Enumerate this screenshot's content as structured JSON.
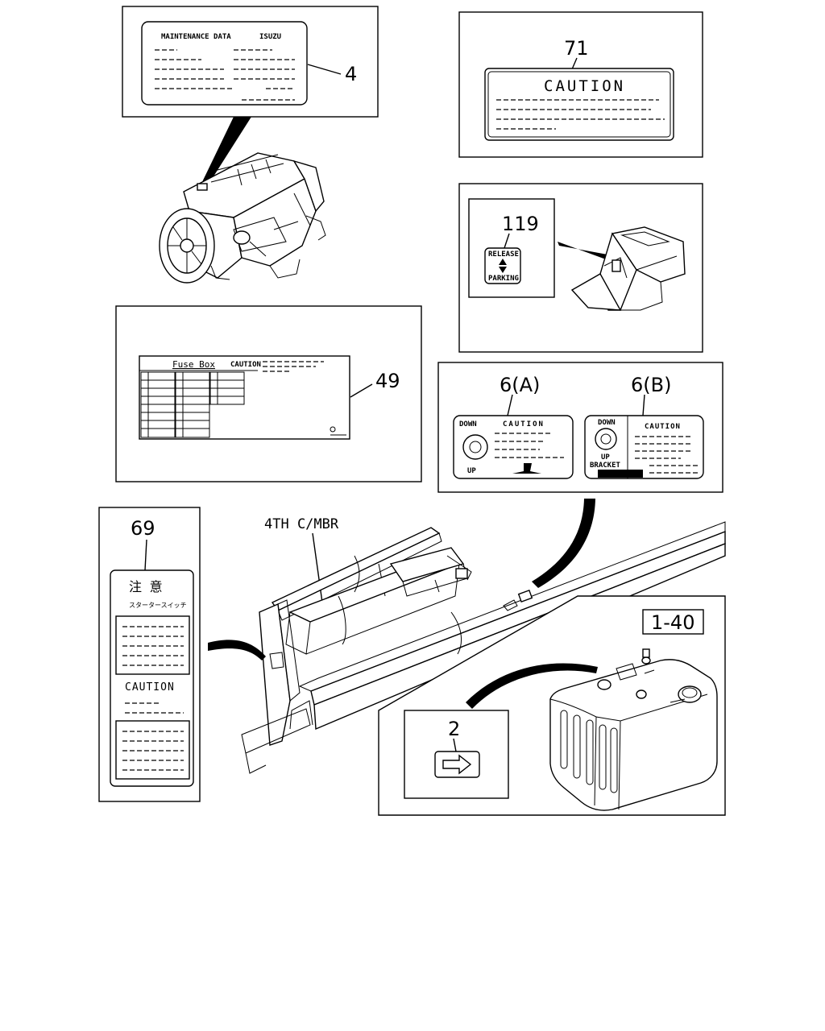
{
  "callouts": {
    "c4": "4",
    "c71": "71",
    "c119": "119",
    "c49": "49",
    "c6a": "6(A)",
    "c6b": "6(B)",
    "c69": "69",
    "c140": "1-40",
    "c2": "2"
  },
  "labels": {
    "maintenance": "MAINTENANCE DATA",
    "isuzu": "ISUZU",
    "caution": "CAUTION",
    "release": "RELEASE",
    "parking": "PARKING",
    "fusebox": "Fuse Box",
    "down": "DOWN",
    "up": "UP",
    "bracket": "BRACKET",
    "member": "4TH C/MBR",
    "jp_title": "注 意",
    "jp_sub": "スタータースイッチ"
  }
}
